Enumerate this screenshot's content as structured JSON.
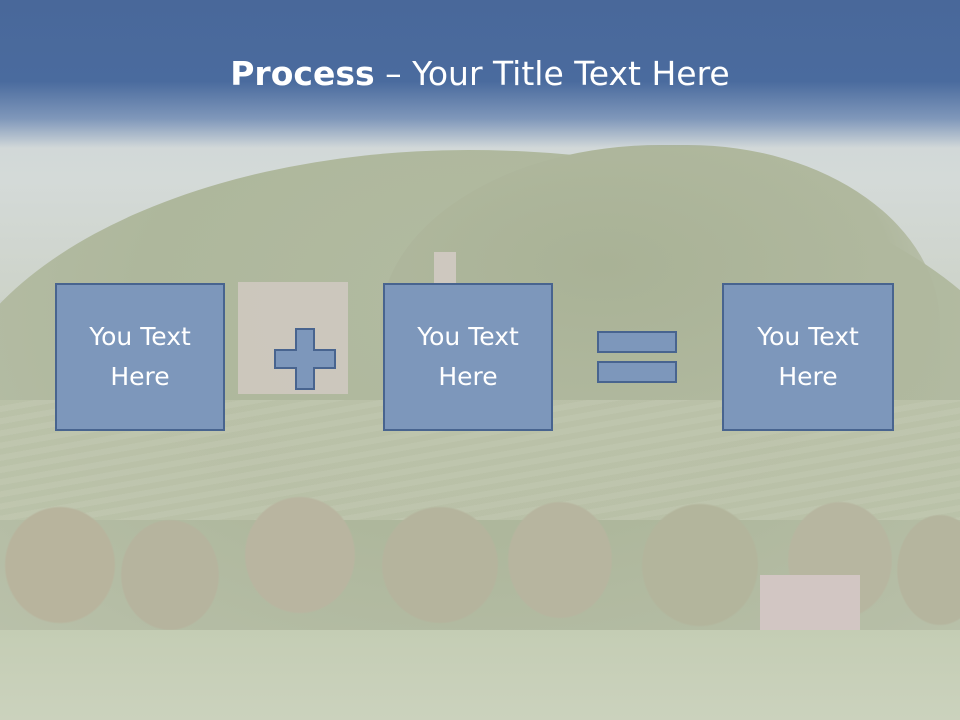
{
  "slide": {
    "title_bold": "Process",
    "title_rest": " – Your Title Text Here"
  },
  "process": {
    "steps": [
      {
        "line1": "You Text",
        "line2": "Here"
      },
      {
        "line1": "You Text",
        "line2": "Here"
      },
      {
        "line1": "You Text",
        "line2": "Here"
      }
    ],
    "operators": [
      "plus-icon",
      "equals-icon"
    ]
  },
  "colors": {
    "header": "#4a6b9e",
    "box_fill": "#7d97bb",
    "box_border": "#48648f",
    "text": "#ffffff"
  }
}
